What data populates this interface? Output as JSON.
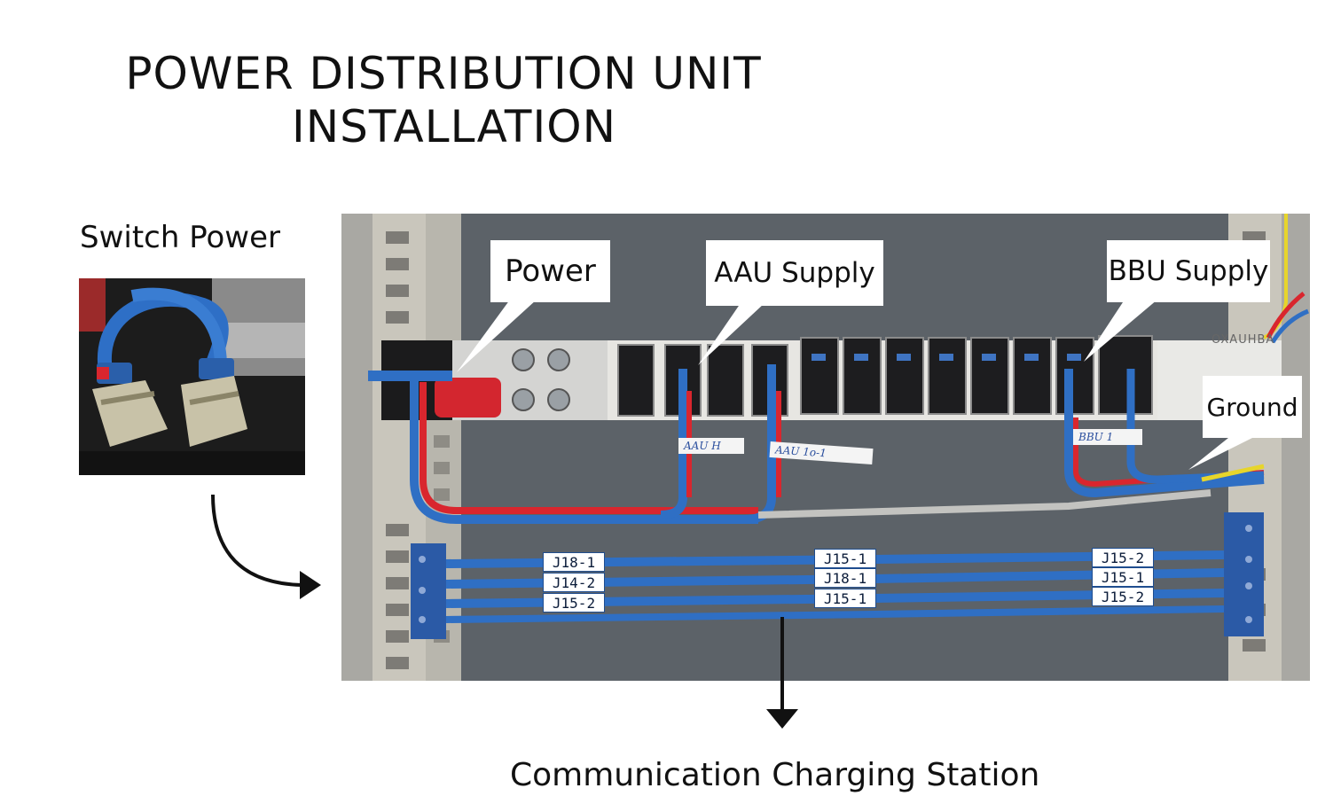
{
  "title": {
    "line1": "POWER DISTRIBUTION UNIT",
    "line2": "INSTALLATION"
  },
  "switch_power_caption": "Switch Power",
  "bottom_caption": "Communication Charging Station",
  "callouts": {
    "power": "Power",
    "aau_supply": "AAU Supply",
    "bbu_supply": "BBU Supply",
    "ground": "Ground"
  },
  "cable_tags": {
    "left": [
      "J18-1",
      "J14-2",
      "J15-2"
    ],
    "middle": [
      "J15-1",
      "J18-1",
      "J15-1"
    ],
    "right": [
      "J15-2",
      "J15-1",
      "J15-2"
    ]
  },
  "handwritten_labels": [
    "AAU H",
    "AAU 1o-1",
    "BBU 1"
  ],
  "pdu_brand": "OXAUHBA",
  "colors": {
    "rack_gray": "#5c6268",
    "rail_beige": "#c9c6bc",
    "cable_blue": "#2f6fc4",
    "cable_red": "#d9262e",
    "panel_black": "#1b1b1c"
  }
}
